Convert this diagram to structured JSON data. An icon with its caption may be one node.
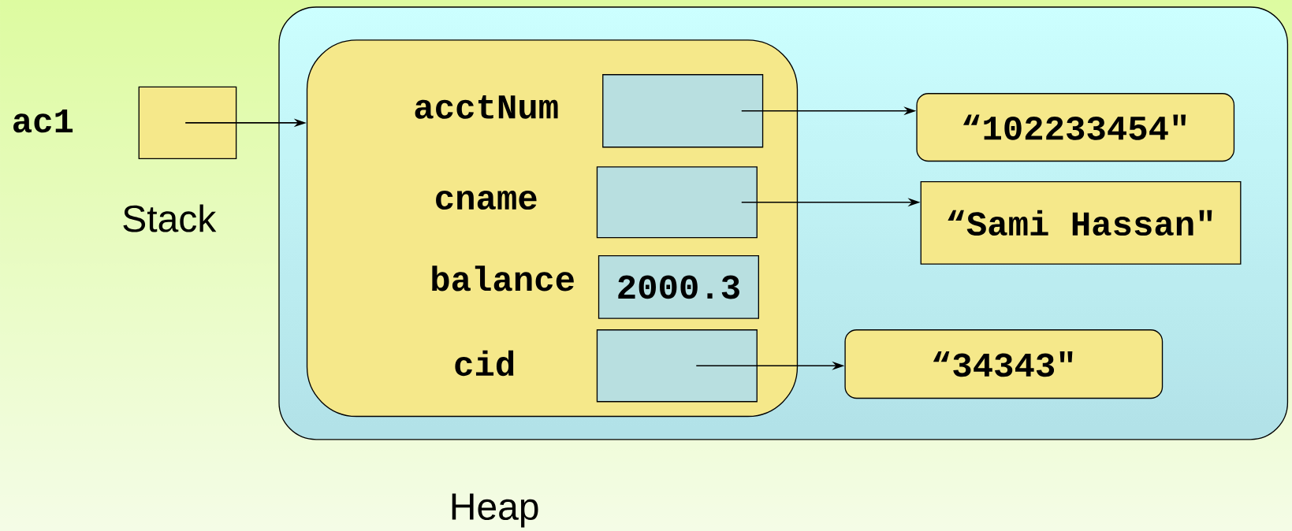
{
  "diagram": {
    "nodes": [
      {
        "text": [
          "Heap"
        ]
      },
      {
        "text": [],
        "shape": "box",
        "beside": [
          "ac1",
          "Stack"
        ]
      },
      {
        "text": [],
        "shape": "box",
        "in": 0
      },
      {
        "text": [],
        "shape": "box",
        "in": 2,
        "beside": [
          "acctNum"
        ]
      },
      {
        "text": [],
        "shape": "box",
        "in": 2,
        "beside": [
          "cname"
        ]
      },
      {
        "text": [
          "2000.3"
        ],
        "in": 2,
        "beside": [
          "balance"
        ]
      },
      {
        "text": [],
        "shape": "box",
        "in": 2,
        "beside": [
          "cid"
        ]
      },
      {
        "text": [
          "“102233454\""
        ],
        "in": 0
      },
      {
        "text": [
          "“Sami Hassan\""
        ],
        "in": 0
      },
      {
        "text": [
          "“34343\""
        ],
        "in": 0
      }
    ],
    "edges": [
      {
        "from": 1,
        "to": 2,
        "arrow": "to"
      },
      {
        "from": 3,
        "to": 7,
        "arrow": "to"
      },
      {
        "from": 4,
        "to": 8,
        "arrow": "to"
      },
      {
        "from": 6,
        "to": 9,
        "arrow": "to"
      }
    ]
  }
}
